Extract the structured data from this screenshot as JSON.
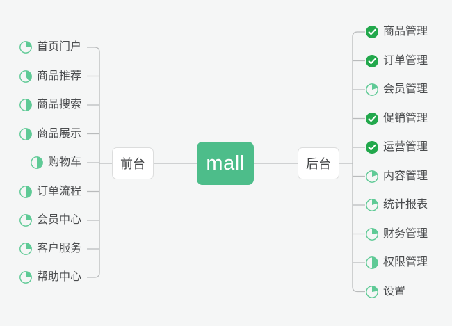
{
  "diagram": {
    "type": "mindmap",
    "title": "mall",
    "background_color": "#f5f6f6",
    "accent_color": "#4dbd8a",
    "done_color": "#22a84c",
    "ring_color": "#5fca96",
    "text_color": "#4a4c4e",
    "line_color": "#b9bbbc"
  },
  "root": {
    "label": "mall"
  },
  "branches": [
    {
      "id": "frontend",
      "label": "前台",
      "side": "left",
      "items": [
        {
          "label": "首页门户",
          "icon": "pie-progress-icon",
          "progress": 25,
          "state": "in-progress"
        },
        {
          "label": "商品推荐",
          "icon": "pie-progress-icon",
          "progress": 40,
          "state": "in-progress"
        },
        {
          "label": "商品搜索",
          "icon": "pie-progress-icon",
          "progress": 50,
          "state": "in-progress"
        },
        {
          "label": "商品展示",
          "icon": "pie-progress-icon",
          "progress": 50,
          "state": "in-progress"
        },
        {
          "label": "购物车",
          "icon": "pie-progress-icon",
          "progress": 50,
          "state": "in-progress"
        },
        {
          "label": "订单流程",
          "icon": "pie-progress-icon",
          "progress": 50,
          "state": "in-progress"
        },
        {
          "label": "会员中心",
          "icon": "pie-progress-icon",
          "progress": 25,
          "state": "in-progress"
        },
        {
          "label": "客户服务",
          "icon": "pie-progress-icon",
          "progress": 25,
          "state": "in-progress"
        },
        {
          "label": "帮助中心",
          "icon": "pie-progress-icon",
          "progress": 25,
          "state": "in-progress"
        }
      ]
    },
    {
      "id": "backend",
      "label": "后台",
      "side": "right",
      "items": [
        {
          "label": "商品管理",
          "icon": "check-circle-icon",
          "progress": 100,
          "state": "done"
        },
        {
          "label": "订单管理",
          "icon": "check-circle-icon",
          "progress": 100,
          "state": "done"
        },
        {
          "label": "会员管理",
          "icon": "pie-progress-icon",
          "progress": 20,
          "state": "in-progress"
        },
        {
          "label": "促销管理",
          "icon": "check-circle-icon",
          "progress": 100,
          "state": "done"
        },
        {
          "label": "运营管理",
          "icon": "check-circle-icon",
          "progress": 100,
          "state": "done"
        },
        {
          "label": "内容管理",
          "icon": "pie-progress-icon",
          "progress": 20,
          "state": "in-progress"
        },
        {
          "label": "统计报表",
          "icon": "pie-progress-icon",
          "progress": 20,
          "state": "in-progress"
        },
        {
          "label": "财务管理",
          "icon": "pie-progress-icon",
          "progress": 22,
          "state": "in-progress"
        },
        {
          "label": "权限管理",
          "icon": "pie-progress-icon",
          "progress": 50,
          "state": "in-progress"
        },
        {
          "label": "设置",
          "icon": "pie-progress-icon",
          "progress": 22,
          "state": "in-progress"
        }
      ]
    }
  ]
}
